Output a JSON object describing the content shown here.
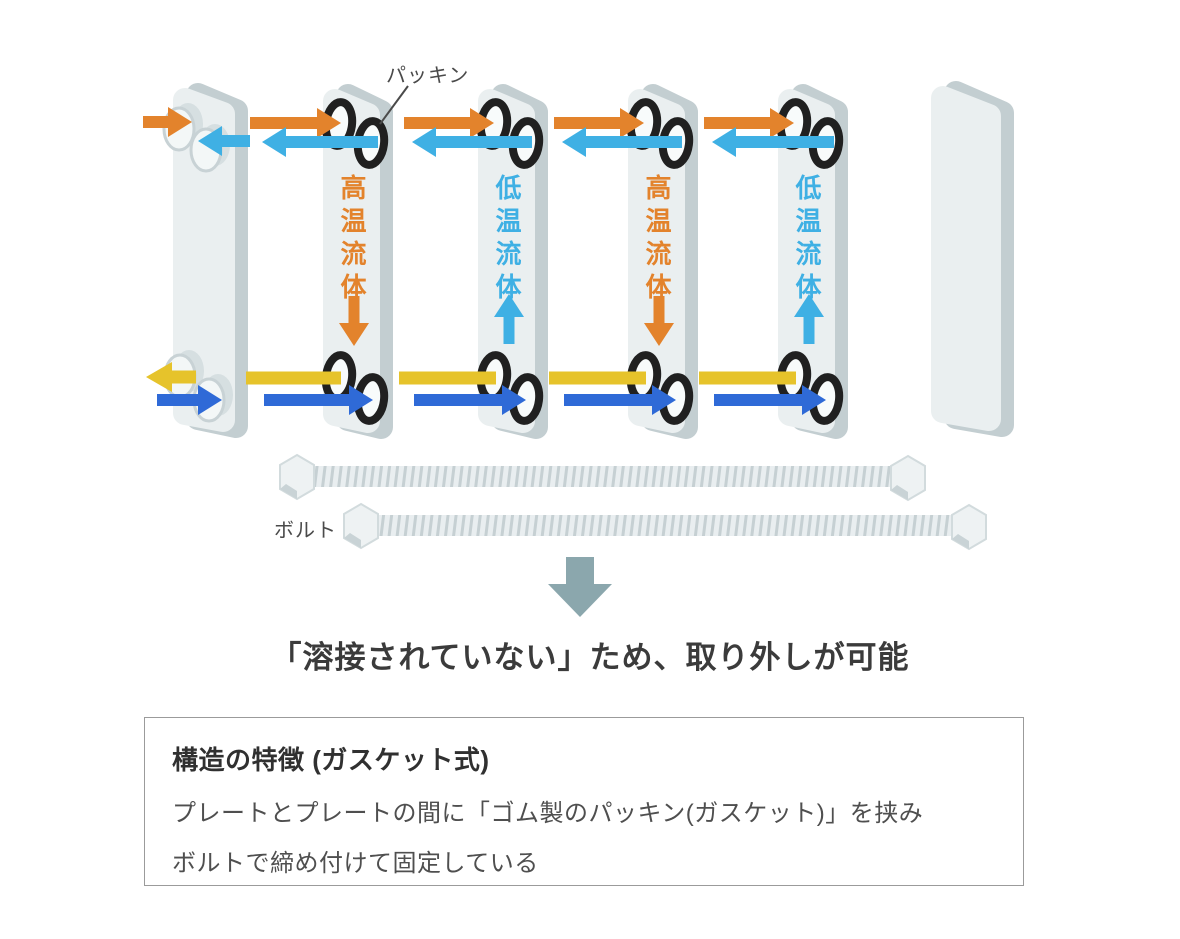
{
  "diagram": {
    "labels": {
      "packing": "パッキン",
      "bolt": "ボルト",
      "hot_fluid": "高温流体",
      "cold_fluid": "低温流体"
    },
    "colors": {
      "hot_in": "#E3832C",
      "cold_out": "#3FB0E4",
      "hot_out": "#E6C32B",
      "cold_in": "#2F6AD7",
      "plate_face": "#EAEFF0",
      "plate_side": "#C3CED1",
      "gasket": "#202020",
      "conclusion_arrow": "#8BA7AD"
    }
  },
  "caption": "「溶接されていない」ため、取り外しが可能",
  "info_box": {
    "title": "構造の特徴 (ガスケット式)",
    "line1": "プレートとプレートの間に「ゴム製のパッキン(ガスケット)」を挟み",
    "line2": "ボルトで締め付けて固定している"
  }
}
